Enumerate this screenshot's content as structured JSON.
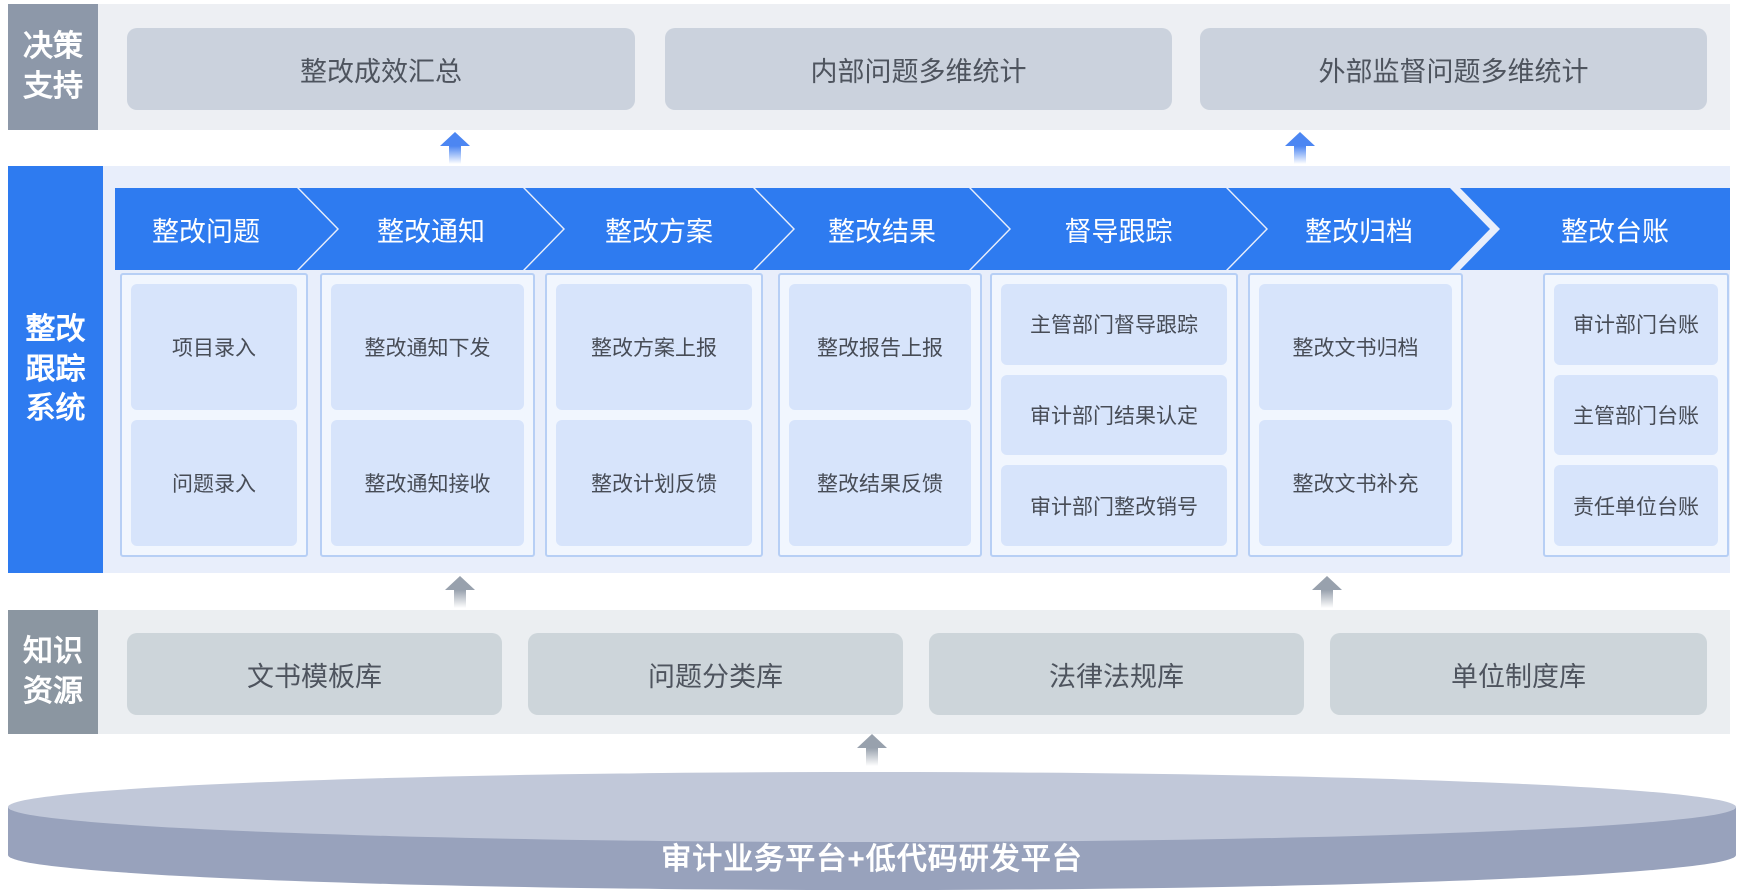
{
  "decision_support": {
    "label": "决策支持",
    "items": [
      "整改成效汇总",
      "内部问题多维统计",
      "外部监督问题多维统计"
    ]
  },
  "tracking_system": {
    "label": "整改跟踪系统",
    "columns": [
      {
        "header": "整改问题",
        "items": [
          "项目录入",
          "问题录入"
        ]
      },
      {
        "header": "整改通知",
        "items": [
          "整改通知下发",
          "整改通知接收"
        ]
      },
      {
        "header": "整改方案",
        "items": [
          "整改方案上报",
          "整改计划反馈"
        ]
      },
      {
        "header": "整改结果",
        "items": [
          "整改报告上报",
          "整改结果反馈"
        ]
      },
      {
        "header": "督导跟踪",
        "items": [
          "主管部门督导跟踪",
          "审计部门结果认定",
          "审计部门整改销号"
        ]
      },
      {
        "header": "整改归档",
        "items": [
          "整改文书归档",
          "整改文书补充"
        ]
      },
      {
        "header": "整改台账",
        "items": [
          "审计部门台账",
          "主管部门台账",
          "责任单位台账"
        ]
      }
    ]
  },
  "knowledge_resources": {
    "label": "知识资源",
    "items": [
      "文书模板库",
      "问题分类库",
      "法律法规库",
      "单位制度库"
    ]
  },
  "platform": {
    "label": "审计业务平台+低代码研发平台"
  },
  "colors": {
    "accent_blue": "#2e7bf0",
    "section_bg_blue": "#e8eefb",
    "sub_box_blue": "#d7e4fb",
    "panel_border_blue": "#b7cff5",
    "gray_label": "#8d98a9",
    "gray_box": "#cbd2dd",
    "gray_row_bg": "#edeff3",
    "knowledge_box": "#cdd5da",
    "platform_top": "#c1c8d9",
    "platform_body": "#98a2bc",
    "arrow_blue": "#4c86f2",
    "arrow_gray": "#98a1ad"
  }
}
